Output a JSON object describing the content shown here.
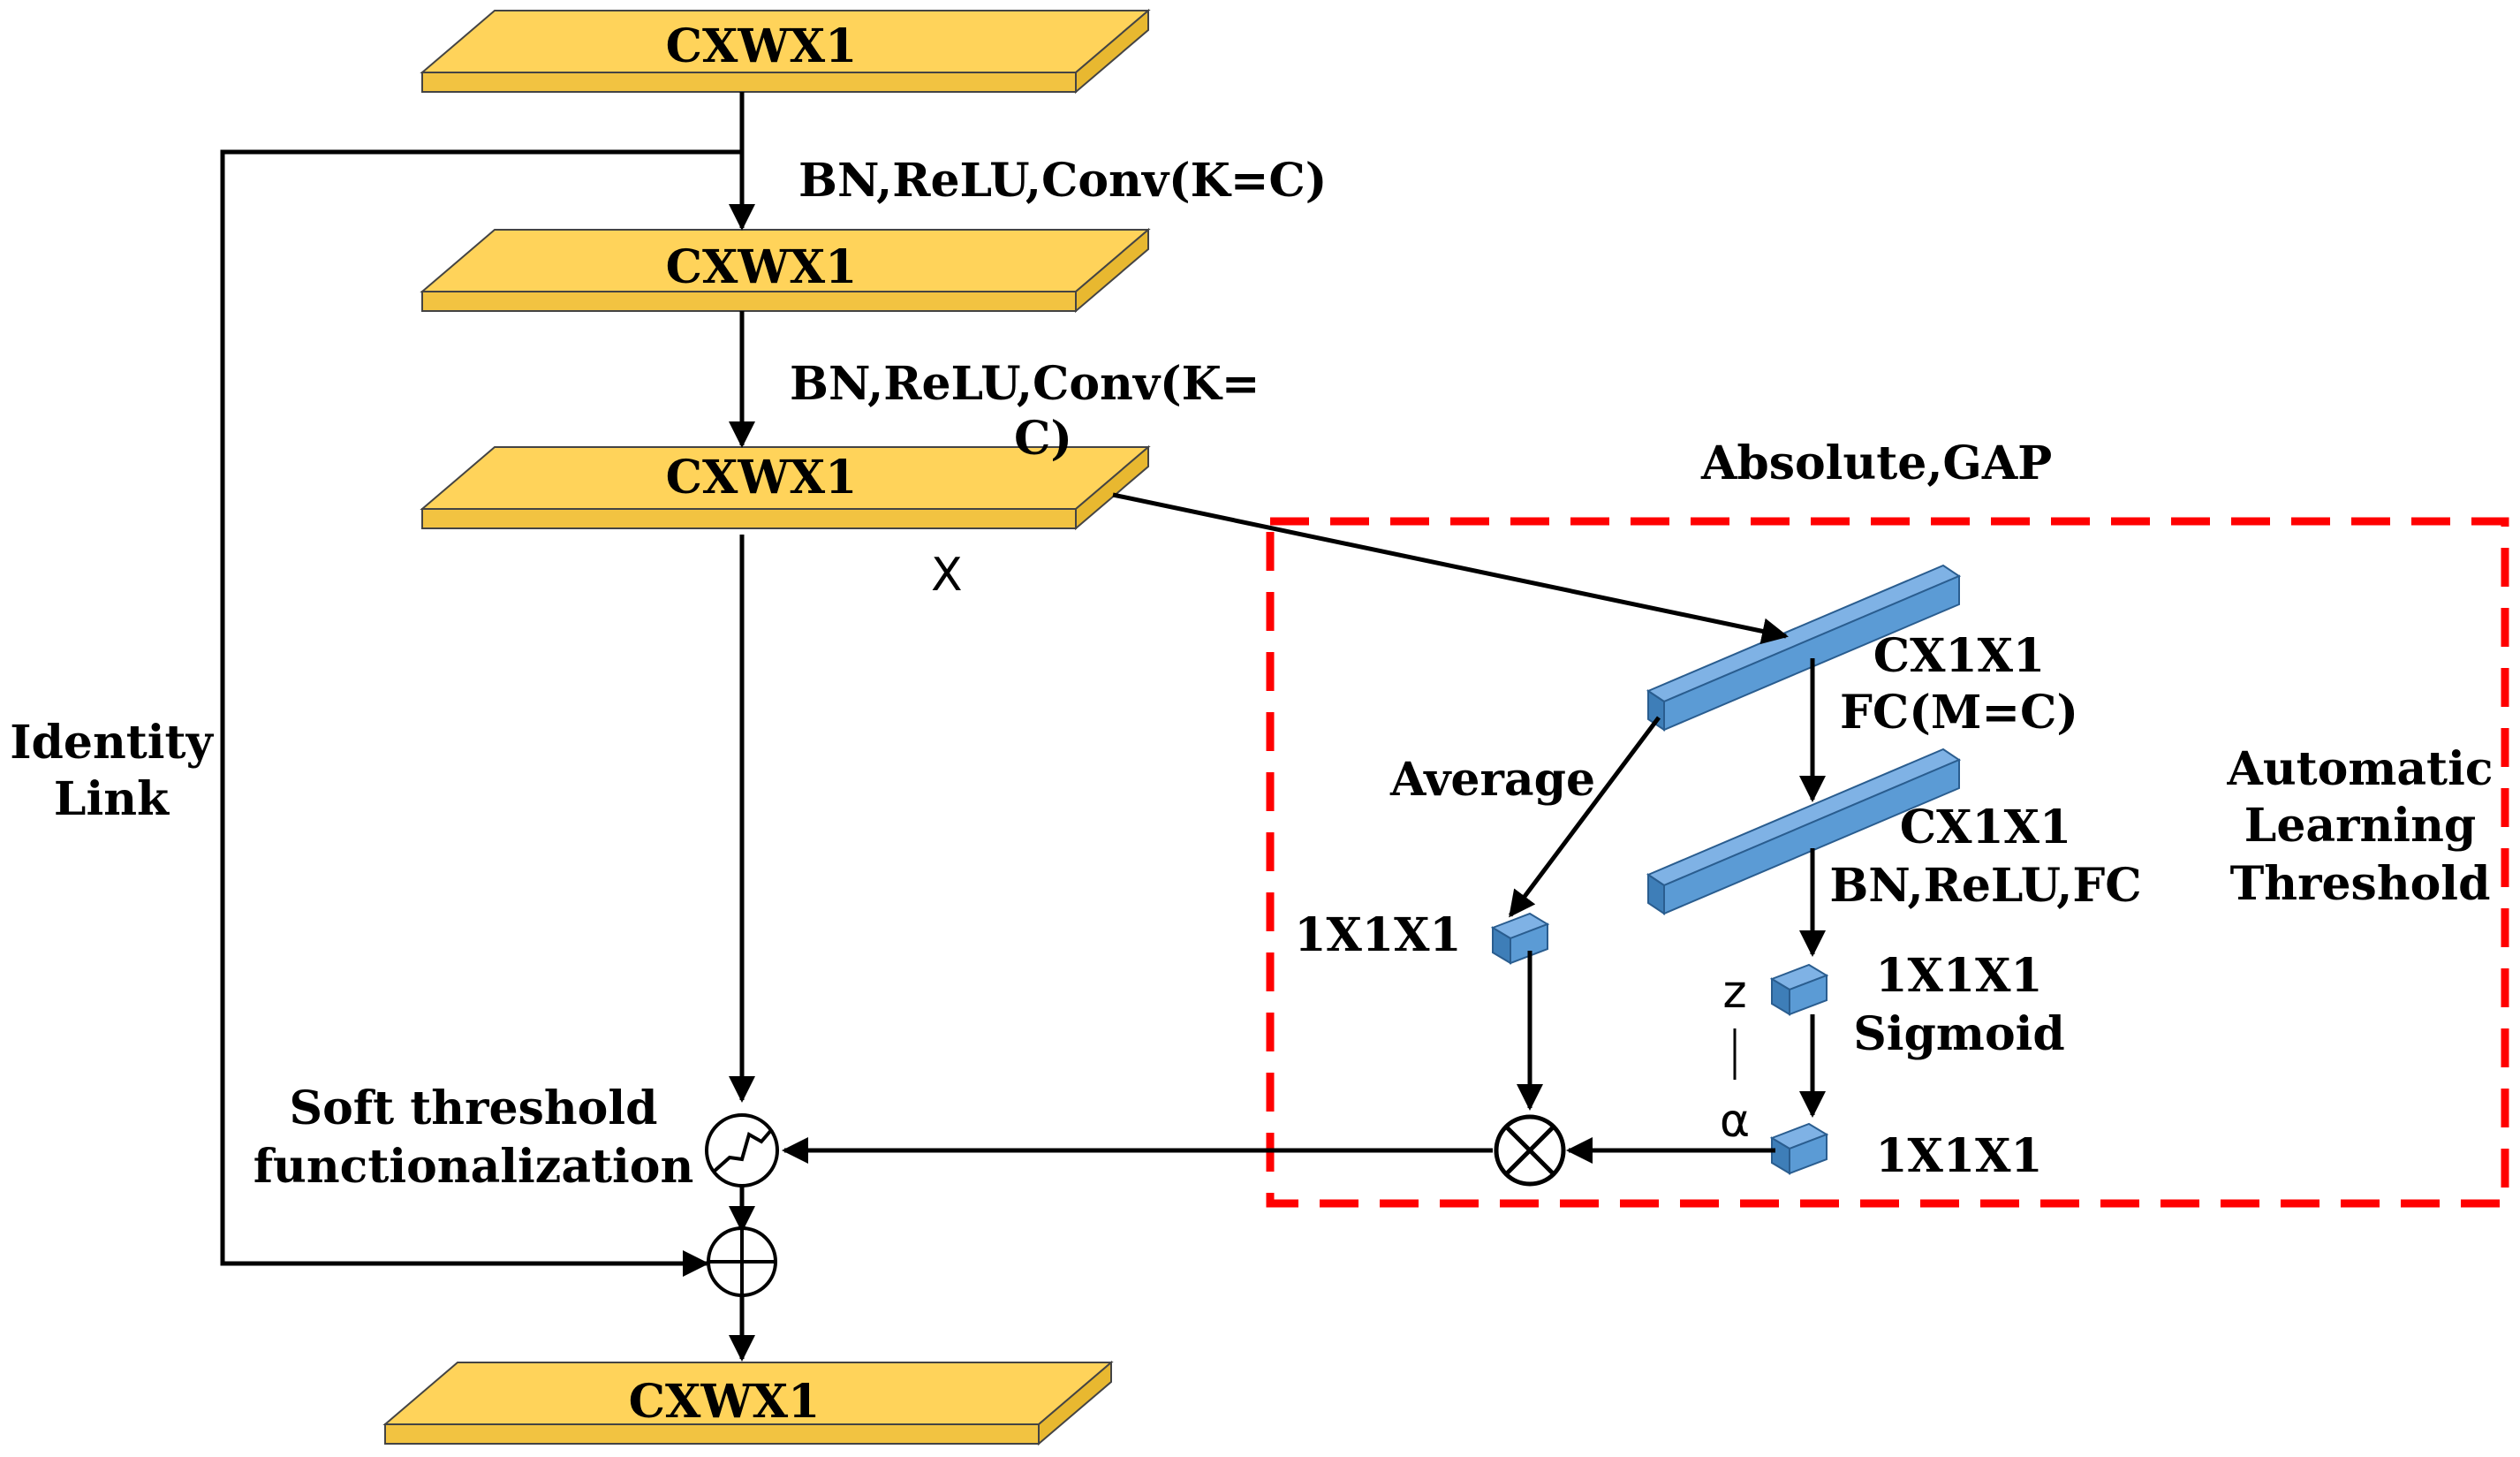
{
  "blocks": {
    "top": "CXWX1",
    "second": "CXWX1",
    "third": "CXWX1",
    "bottom": "CXWX1"
  },
  "labels": {
    "conv1": "BN,ReLU,Conv(K=C)",
    "conv2_line1": "BN,ReLU,Conv(K=",
    "conv2_line2": "C)",
    "x": "X",
    "identity_line1": "Identity",
    "identity_line2": "Link",
    "absolute_gap": "Absolute,GAP",
    "cx1x1_a": "CX1X1",
    "fc": "FC(M=C)",
    "average": "Average",
    "cx1x1_b": "CX1X1",
    "bn_relu_fc": "BN,ReLU,FC",
    "auto_line1": "Automatic",
    "auto_line2": "Learning",
    "auto_line3": "Threshold",
    "one_left": "1X1X1",
    "one_right_a": "1X1X1",
    "sigmoid": "Sigmoid",
    "z": "z",
    "alpha": "α",
    "one_right_b": "1X1X1",
    "soft_line1": "Soft threshold",
    "soft_line2": "functionalization"
  },
  "colors": {
    "feature_block": "#FFD35A",
    "feature_block_side": "#E8B830",
    "vector": "#5B9BD5",
    "vector_side": "#3E7EB8",
    "dashed_box": "#FF0000",
    "line": "#000000"
  }
}
